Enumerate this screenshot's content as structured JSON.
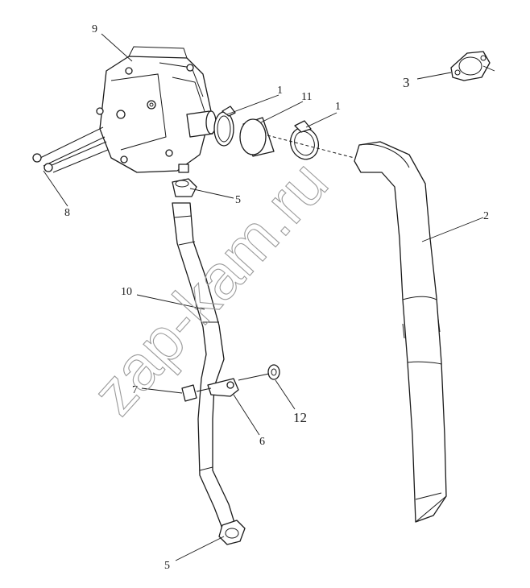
{
  "watermark": "zap-kam.ru",
  "callouts": {
    "c9": "9",
    "c3": "3",
    "c1a": "1",
    "c11": "11",
    "c1b": "1",
    "c8": "8",
    "c5a": "5",
    "c2": "2",
    "c10": "10",
    "c7": "7",
    "c12": "12",
    "c6": "6",
    "c5b": "5"
  }
}
